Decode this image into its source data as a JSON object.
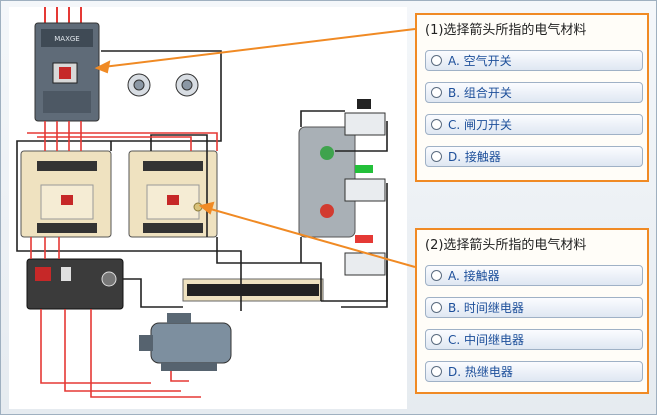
{
  "breaker_brand": "MAXGE",
  "question1": {
    "title": "(1)选择箭头所指的电气材料",
    "options": [
      "A. 空气开关",
      "B. 组合开关",
      "C. 闸刀开关",
      "D. 接触器"
    ]
  },
  "question2": {
    "title": "(2)选择箭头所指的电气材料",
    "options": [
      "A. 接触器",
      "B. 时间继电器",
      "C. 中间继电器",
      "D. 热继电器"
    ]
  },
  "colors": {
    "accent_arrow": "#f08a24",
    "option_text": "#1d4f9a",
    "wire_red": "#e53935",
    "wire_black": "#222222",
    "contactor_body": "#efe2c0"
  }
}
